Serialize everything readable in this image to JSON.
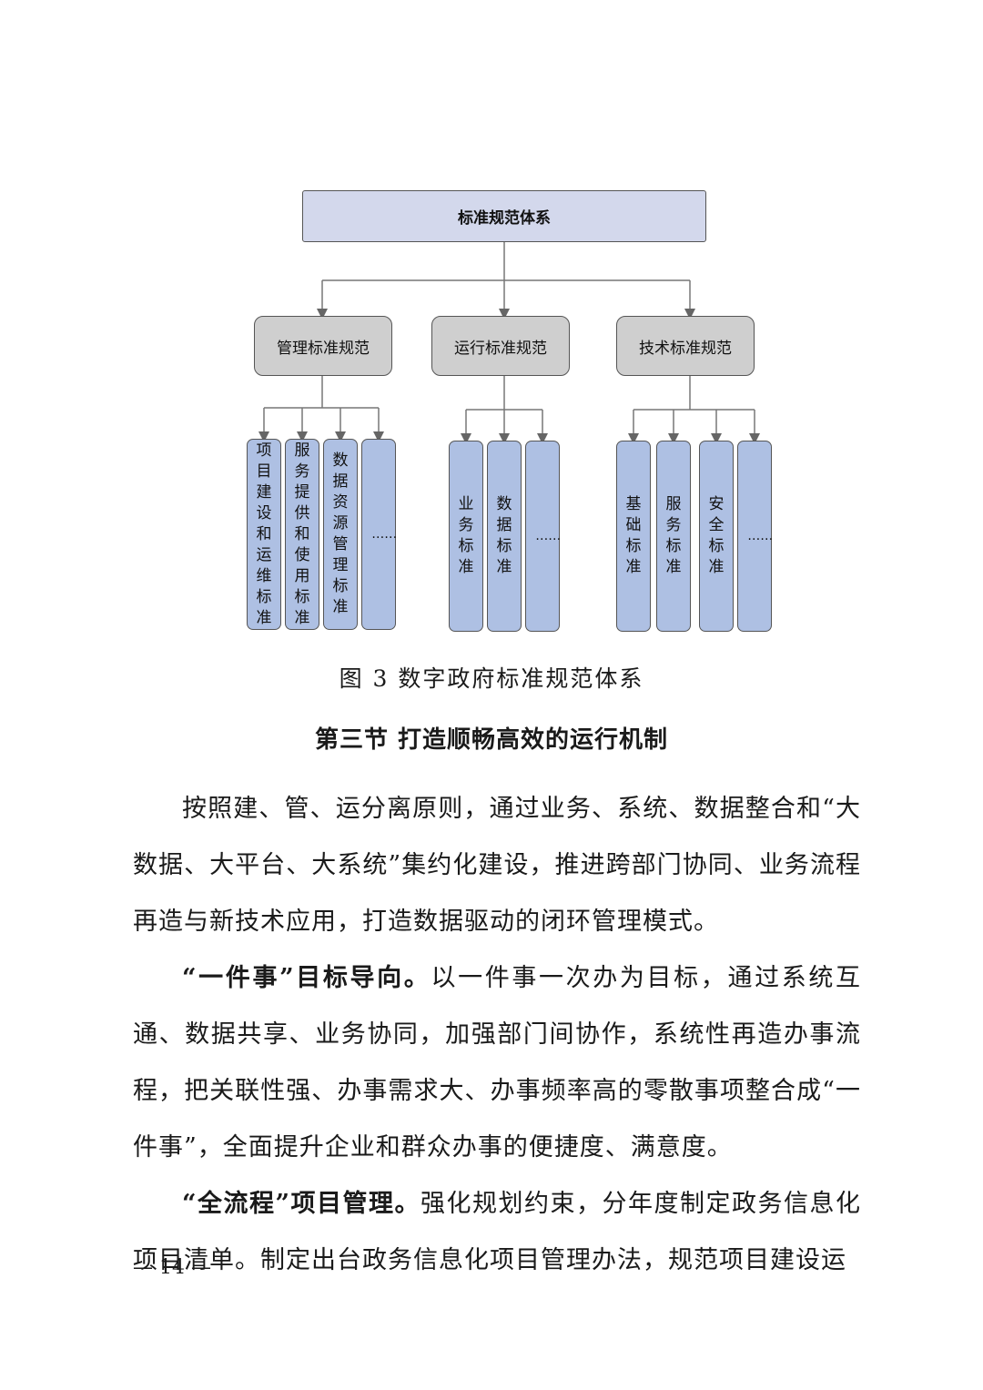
{
  "diagram": {
    "root": "标准规范体系",
    "groups": [
      {
        "label": "管理标准规范",
        "items": [
          "项目建设和运维标准",
          "服务提供和使用标准",
          "数据资源管理标准",
          "……"
        ]
      },
      {
        "label": "运行标准规范",
        "items": [
          "业务标准",
          "数据标准",
          "……"
        ]
      },
      {
        "label": "技术标准规范",
        "items": [
          "基础标准",
          "服务标准",
          "安全标准",
          "……"
        ]
      }
    ]
  },
  "caption": "图 3 数字政府标准规范体系",
  "section_heading": "第三节  打造顺畅高效的运行机制",
  "paragraphs": [
    {
      "lead": "",
      "text": "按照建、管、运分离原则，通过业务、系统、数据整合和“大数据、大平台、大系统”集约化建设，推进跨部门协同、业务流程再造与新技术应用，打造数据驱动的闭环管理模式。"
    },
    {
      "lead": "“一件事”目标导向。",
      "text": "以一件事一次办为目标，通过系统互通、数据共享、业务协同，加强部门间协作，系统性再造办事流程，把关联性强、办事需求大、办事频率高的零散事项整合成“一件事”，全面提升企业和群众办事的便捷度、满意度。"
    },
    {
      "lead": "“全流程”项目管理。",
      "text": "强化规划约束，分年度制定政务信息化项目清单。制定出台政务信息化项目管理办法，规范项目建设运"
    }
  ],
  "page_number": "— 14 —"
}
